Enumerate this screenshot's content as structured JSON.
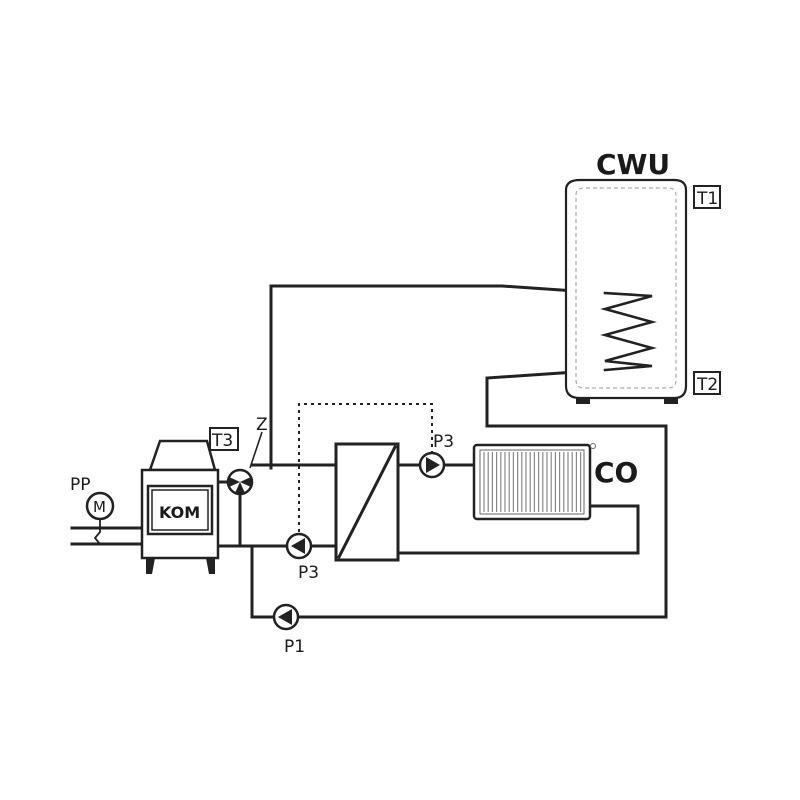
{
  "diagram": {
    "labels": {
      "cwu": "CWU",
      "t1": "T1",
      "t2": "T2",
      "t3": "T3",
      "z": "Z",
      "co": "CO",
      "kom": "KOM",
      "pp": "PP",
      "m": "M",
      "p3_top": "P3",
      "p3_bottom": "P3",
      "p1": "P1"
    }
  },
  "colors": {
    "line": "#222222",
    "tank_fill": "#ffffff",
    "dashed": "#aaaaaa"
  },
  "icons": {
    "pump": "pump-icon",
    "valve": "three-way-valve-icon",
    "motor": "motor-icon",
    "exchanger": "heat-exchanger-icon",
    "radiator": "radiator-icon",
    "boiler": "boiler-icon"
  }
}
